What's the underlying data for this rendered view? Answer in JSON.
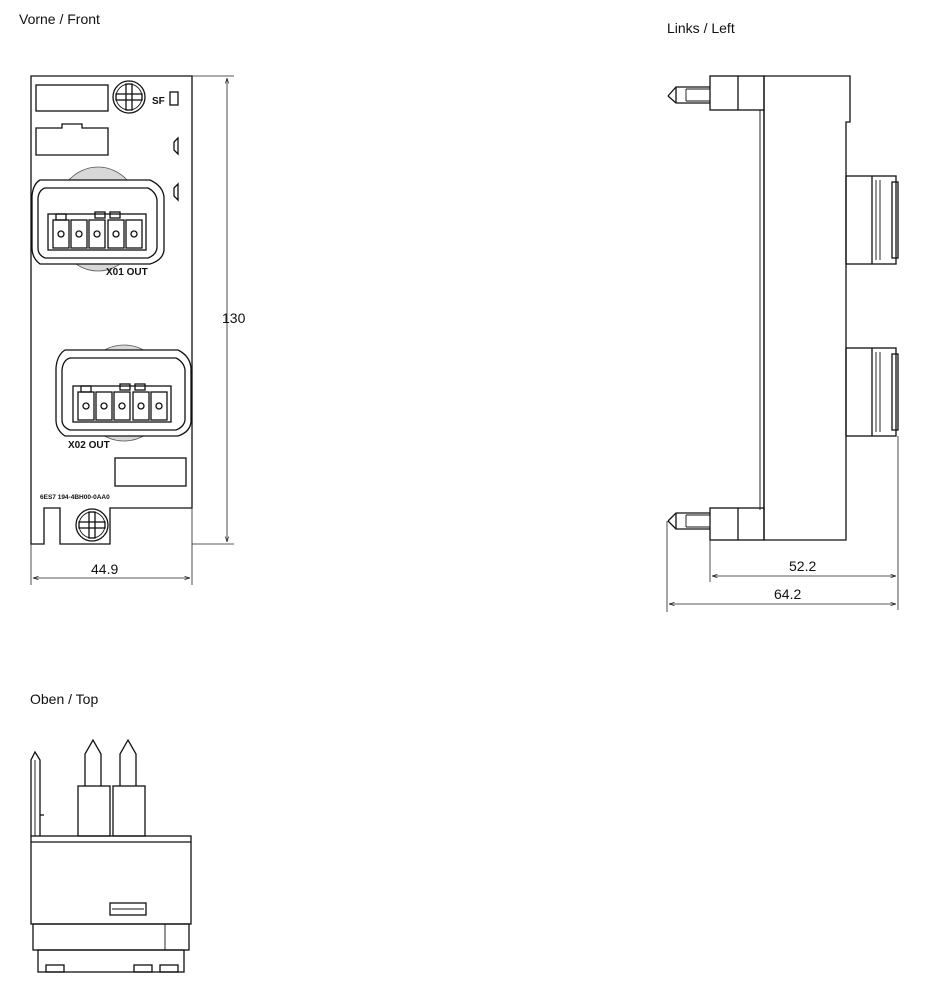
{
  "views": {
    "front_label": "Vorne / Front",
    "left_label": "Links / Left",
    "top_label": "Oben / Top"
  },
  "front": {
    "sf_label": "SF",
    "x01_label": "X01  OUT",
    "x02_label": "X02  OUT",
    "part_number": "6ES7 194-4BH00-0AA0",
    "height_dim": "130",
    "width_dim": "44.9"
  },
  "left": {
    "depth_dim_inner": "52.2",
    "depth_dim_outer": "64.2"
  }
}
